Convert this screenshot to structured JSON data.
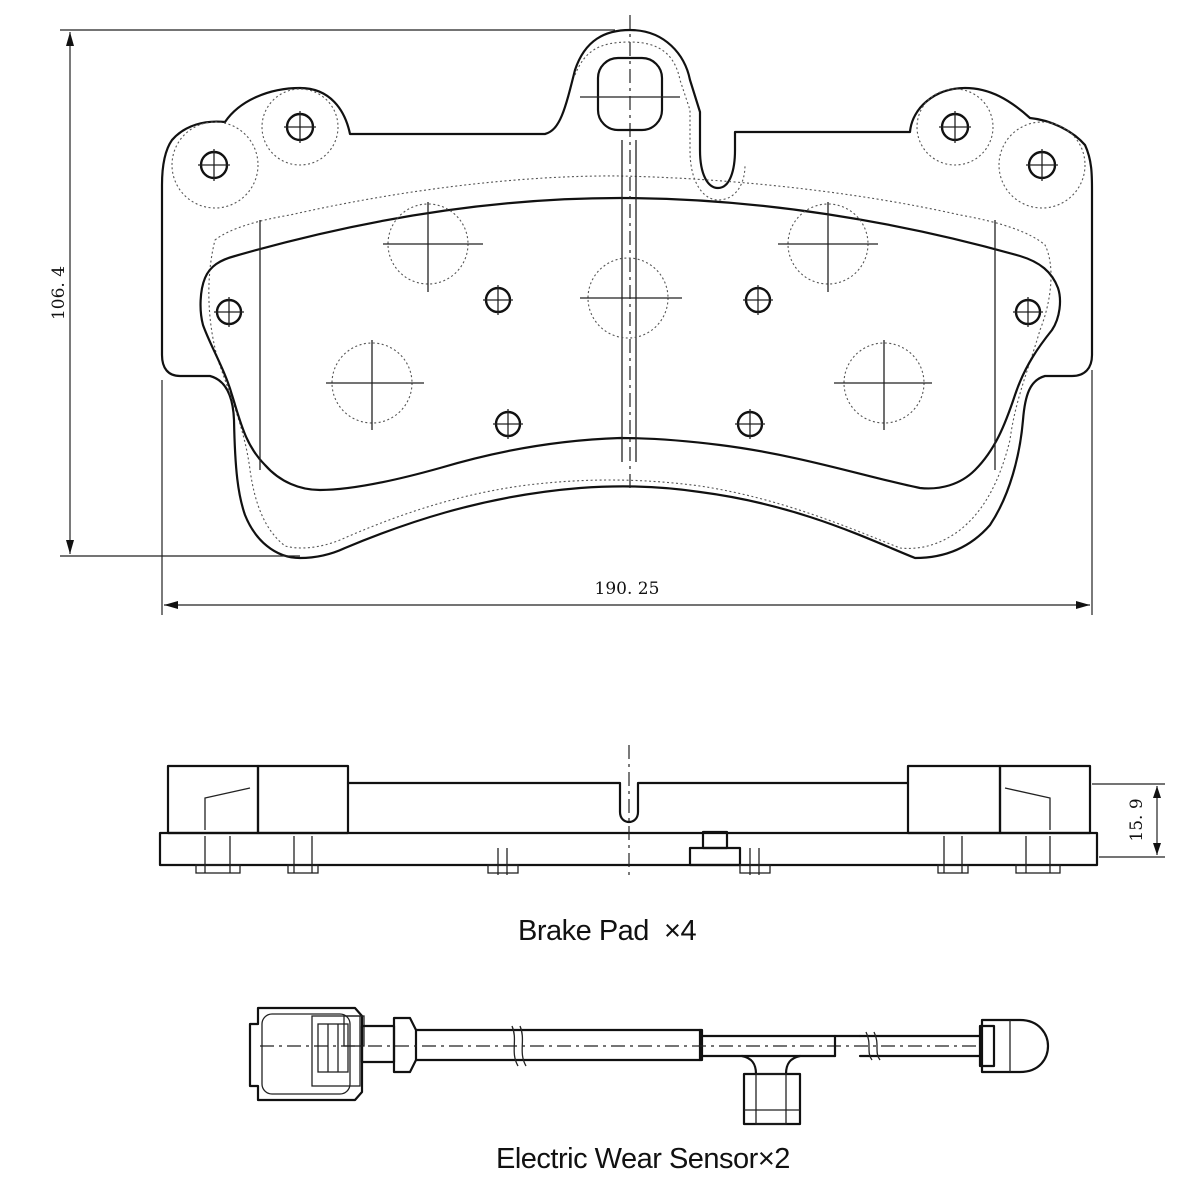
{
  "dimensions": {
    "height": "106. 4",
    "width": "190. 25",
    "thickness": "15. 9"
  },
  "captions": {
    "brake_pad": "Brake Pad  ×4",
    "sensor": "Electric Wear Sensor×2"
  }
}
